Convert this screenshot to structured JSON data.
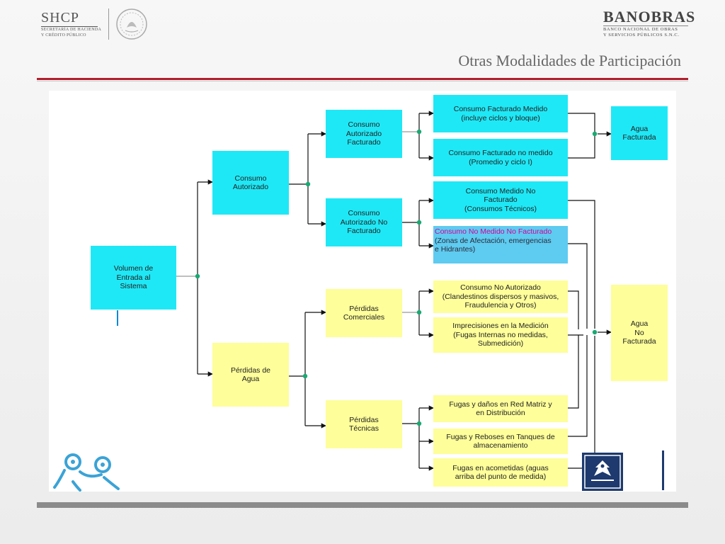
{
  "header": {
    "left_logo": {
      "name": "SHCP",
      "subtitle_lines": [
        "SECRETARÍA DE HACIENDA",
        "Y CRÉDITO PÚBLICO"
      ]
    },
    "right_logo": {
      "name": "BANOBRAS",
      "subtitle_lines": [
        "BANCO NACIONAL DE OBRAS",
        "Y SERVICIOS PÚBLICOS S.N.C."
      ]
    },
    "title": "Otras Modalidades de Participación"
  },
  "diagram": {
    "nodes": {
      "volumen": "Volumen de\nEntrada al\nSistema",
      "consumo_autorizado": "Consumo\nAutorizado",
      "perdidas_agua": "Pérdidas de\nAgua",
      "consumo_aut_facturado": "Consumo\nAutorizado\nFacturado",
      "consumo_aut_no_facturado": "Consumo\nAutorizado No\nFacturado",
      "perdidas_comerciales": "Pérdidas\nComerciales",
      "perdidas_tecnicas": "Pérdidas\nTécnicas",
      "cf_medido": "Consumo Facturado Medido\n(incluye ciclos y bloque)",
      "cf_no_medido": "Consumo Facturado no medido\n(Promedio y ciclo I)",
      "cm_no_facturado": "Consumo Medido No\nFacturado\n(Consumos Técnicos)",
      "cnm_nf_title": "Consumo No Medido No Facturado",
      "cnm_nf_detail": "(Zonas de Afectación, emergencias\ne Hidrantes)",
      "consumo_no_autorizado": "Consumo No Autorizado\n(Clandestinos dispersos y masivos,\nFraudulencia y Otros)",
      "imprecisiones": "Imprecisiones en la Medición\n(Fugas Internas no medidas,\nSubmedición)",
      "fugas_red": "Fugas y daños en Red Matriz y\nen Distribución",
      "fugas_tanques": "Fugas y Reboses en Tanques de\nalmacenamiento",
      "fugas_acometidas": "Fugas en acometidas (aguas\narriba del punto de medida)",
      "agua_facturada": "Agua\nFacturada",
      "agua_no_facturada": "Agua\nNo\nFacturada"
    }
  },
  "colors": {
    "cyan": "#1fe8f6",
    "yellow": "#fefe9a",
    "accent_rule": "#b01f2e",
    "junction": "#19a973"
  },
  "icons": [
    "frog-logo-icon",
    "coat-of-arms-icon",
    "mexico-seal-icon"
  ]
}
